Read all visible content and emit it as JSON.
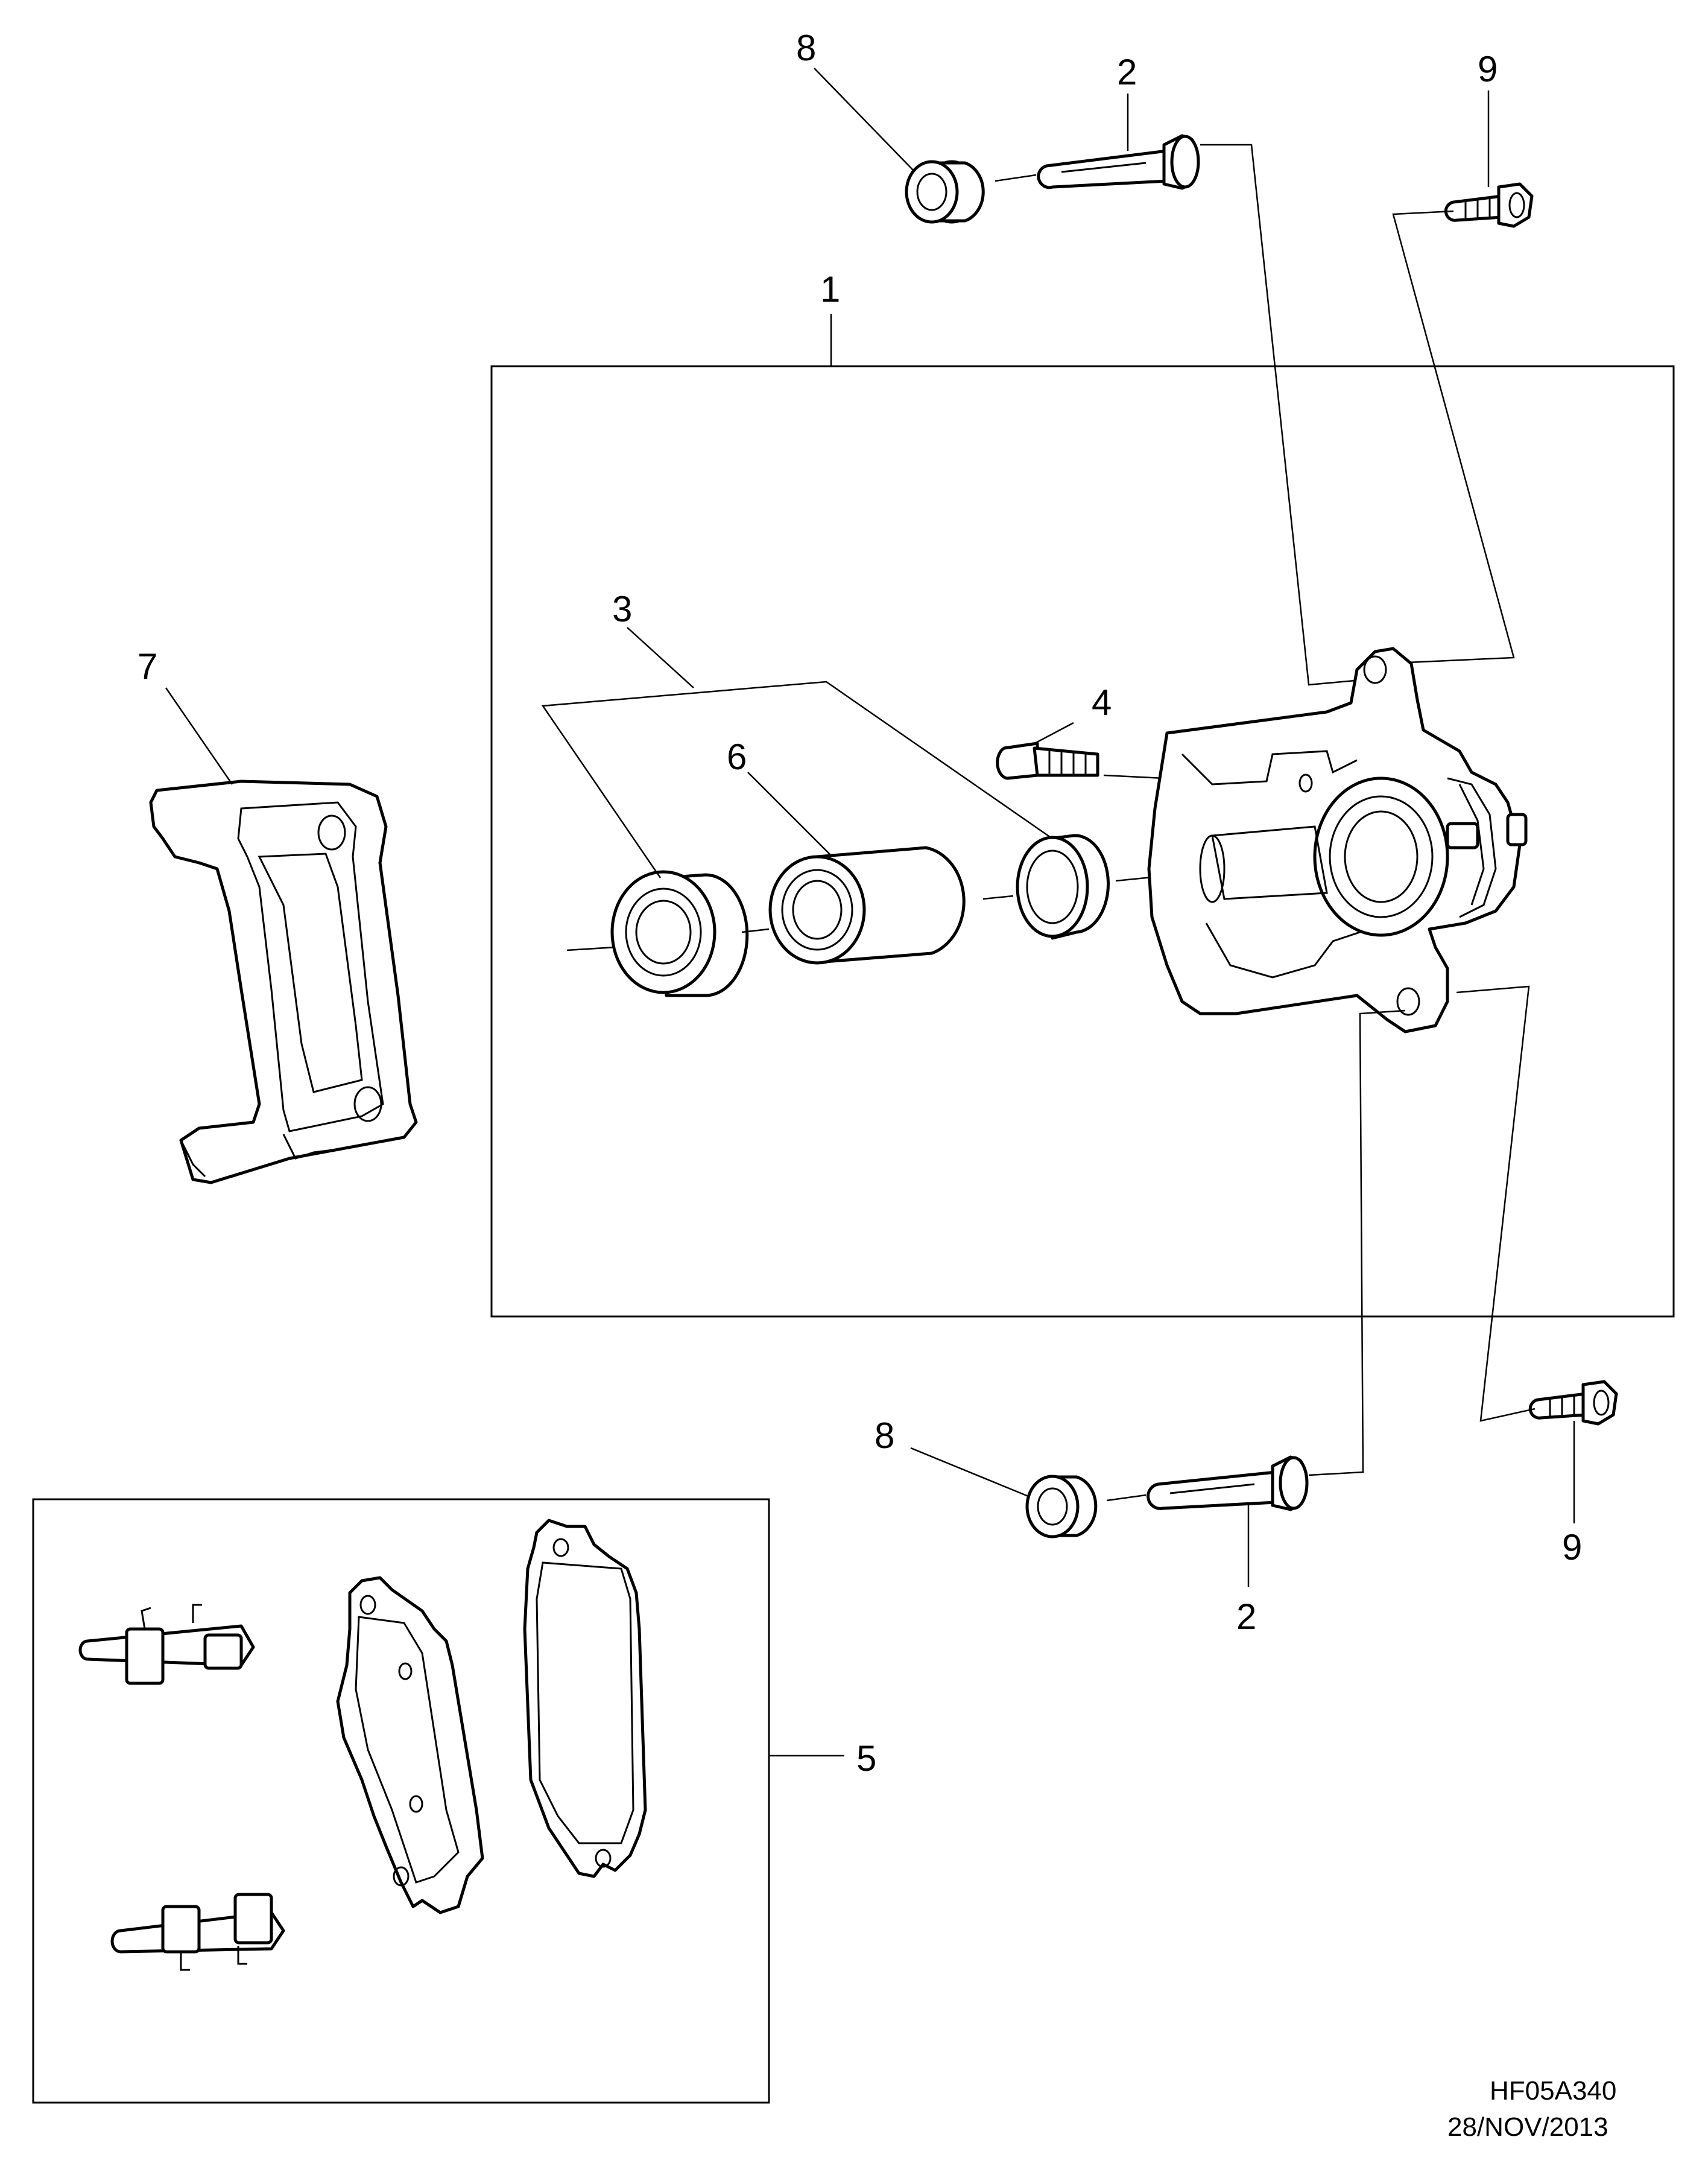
{
  "callouts": {
    "c1": "1",
    "c2_top": "2",
    "c2_bottom": "2",
    "c3": "3",
    "c4": "4",
    "c5": "5",
    "c6": "6",
    "c7": "7",
    "c8_top": "8",
    "c8_bottom": "8",
    "c9_top": "9",
    "c9_bottom": "9"
  },
  "footer": {
    "drawing_code": "HF05A340",
    "date": "28/NOV/2013"
  }
}
